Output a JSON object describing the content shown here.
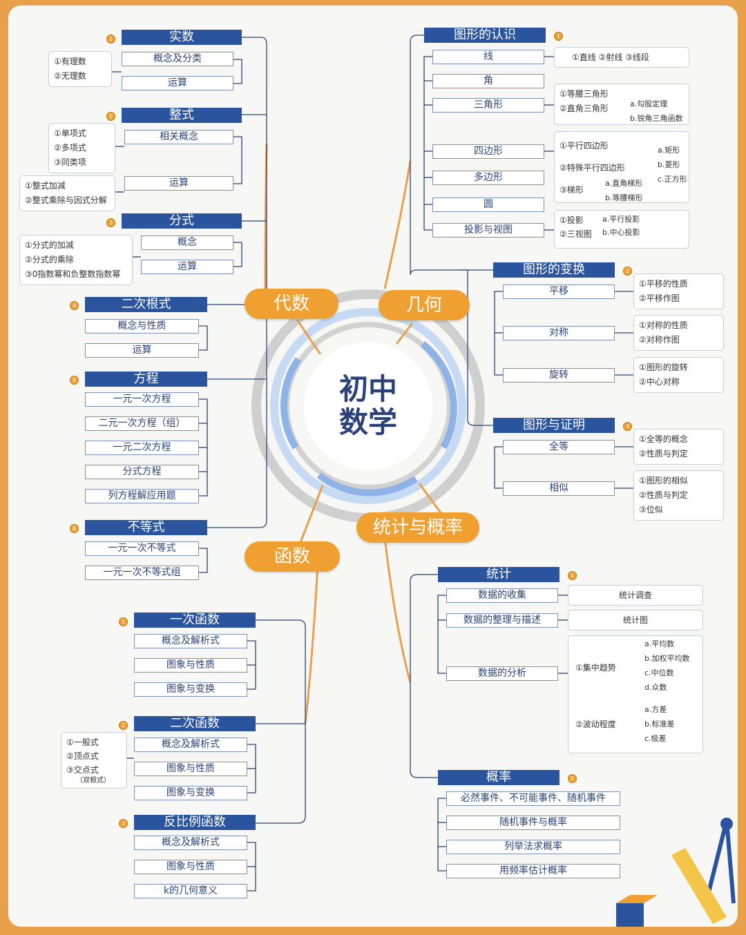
{
  "center": {
    "line1": "初中",
    "line2": "数学"
  },
  "categories": {
    "algebra": "代数",
    "geometry": "几何",
    "functions": "函数",
    "statistics": "统计与概率"
  },
  "algebra": {
    "real": {
      "badge": "1",
      "title": "实数",
      "items": [
        "概念及分类",
        "运算"
      ],
      "notes": [
        "①有理数",
        "②无理数"
      ]
    },
    "integral": {
      "badge": "2",
      "title": "整式",
      "items": [
        "相关概念",
        "运算"
      ],
      "notes1": [
        "①单项式",
        "②多项式",
        "③同类项"
      ],
      "notes2": [
        "①整式加减",
        "②整式乘除与因式分解"
      ]
    },
    "fraction": {
      "badge": "3",
      "title": "分式",
      "items": [
        "概念",
        "运算"
      ],
      "notes": [
        "①分式的加减",
        "②分式的乘除",
        "③0指数幂和负整数指数幂"
      ]
    },
    "radical": {
      "badge": "4",
      "title": "二次根式",
      "items": [
        "概念与性质",
        "运算"
      ]
    },
    "equation": {
      "badge": "5",
      "title": "方程",
      "items": [
        "一元一次方程",
        "二元一次方程（组）",
        "一元二次方程",
        "分式方程",
        "列方程解应用题"
      ]
    },
    "inequality": {
      "badge": "6",
      "title": "不等式",
      "items": [
        "一元一次不等式",
        "一元一次不等式组"
      ]
    }
  },
  "functions": {
    "linear": {
      "badge": "1",
      "title": "一次函数",
      "items": [
        "概念及解析式",
        "图象与性质",
        "图象与变换"
      ]
    },
    "quadratic": {
      "badge": "2",
      "title": "二次函数",
      "items": [
        "概念及解析式",
        "图象与性质",
        "图象与变换"
      ],
      "notes": [
        "①一般式",
        "②顶点式",
        "③交点式"
      ],
      "note_small": "（双根式）"
    },
    "inverse": {
      "badge": "3",
      "title": "反比例函数",
      "items": [
        "概念及解析式",
        "图象与性质",
        "k的几何意义"
      ]
    }
  },
  "geometry": {
    "recognition": {
      "badge": "1",
      "title": "图形的认识",
      "items": [
        "线",
        "角",
        "三角形",
        "四边形",
        "多边形",
        "圆",
        "投影与视图"
      ],
      "note_line": "①直线 ②射线 ③线段",
      "note_tri": [
        "①等腰三角形",
        "②直角三角形"
      ],
      "note_tri_sub": [
        "a.勾股定理",
        "b.锐角三角函数"
      ],
      "note_quad": [
        "①平行四边形",
        "②特殊平行四边形",
        "③梯形"
      ],
      "note_quad_sub": [
        "a.矩形",
        "b.菱形",
        "c.正方形"
      ],
      "note_trap_sub": [
        "a.直角梯形",
        "b.等腰梯形"
      ],
      "note_proj": [
        "①投影",
        "②三视图"
      ],
      "note_proj_sub": [
        "a.平行投影",
        "b.中心投影"
      ]
    },
    "transform": {
      "badge": "2",
      "title": "图形的变换",
      "items": [
        "平移",
        "对称",
        "旋转"
      ],
      "notes": [
        [
          "①平移的性质",
          "②平移作图"
        ],
        [
          "①对称的性质",
          "②对称作图"
        ],
        [
          "①图形的旋转",
          "②中心对称"
        ]
      ]
    },
    "proof": {
      "badge": "3",
      "title": "图形与证明",
      "items": [
        "全等",
        "相似"
      ],
      "notes": [
        [
          "①全等的概念",
          "②性质与判定"
        ],
        [
          "①图形的相似",
          "②性质与判定",
          "③位似"
        ]
      ]
    }
  },
  "statistics": {
    "stat": {
      "badge": "1",
      "title": "统计",
      "items": [
        "数据的收集",
        "数据的整理与描述",
        "数据的分析"
      ],
      "notes": [
        "统计调查",
        "统计图"
      ],
      "central": "①集中趋势",
      "central_sub": [
        "a.平均数",
        "b.加权平均数",
        "c.中位数",
        "d.众数"
      ],
      "spread": "②波动程度",
      "spread_sub": [
        "a.方差",
        "b.标准差",
        "c.极差"
      ]
    },
    "prob": {
      "badge": "2",
      "title": "概率",
      "items": [
        "必然事件、不可能事件、随机事件",
        "随机事件与概率",
        "列举法求概率",
        "用频率估计概率"
      ]
    }
  },
  "colors": {
    "navy": "#2a559e",
    "orange": "#f0a030",
    "ring": "#8fb3e6",
    "gray_ring": "#cfcfcf"
  },
  "icons": [
    "compass-icon",
    "pencil-icon",
    "ruler-icon"
  ]
}
